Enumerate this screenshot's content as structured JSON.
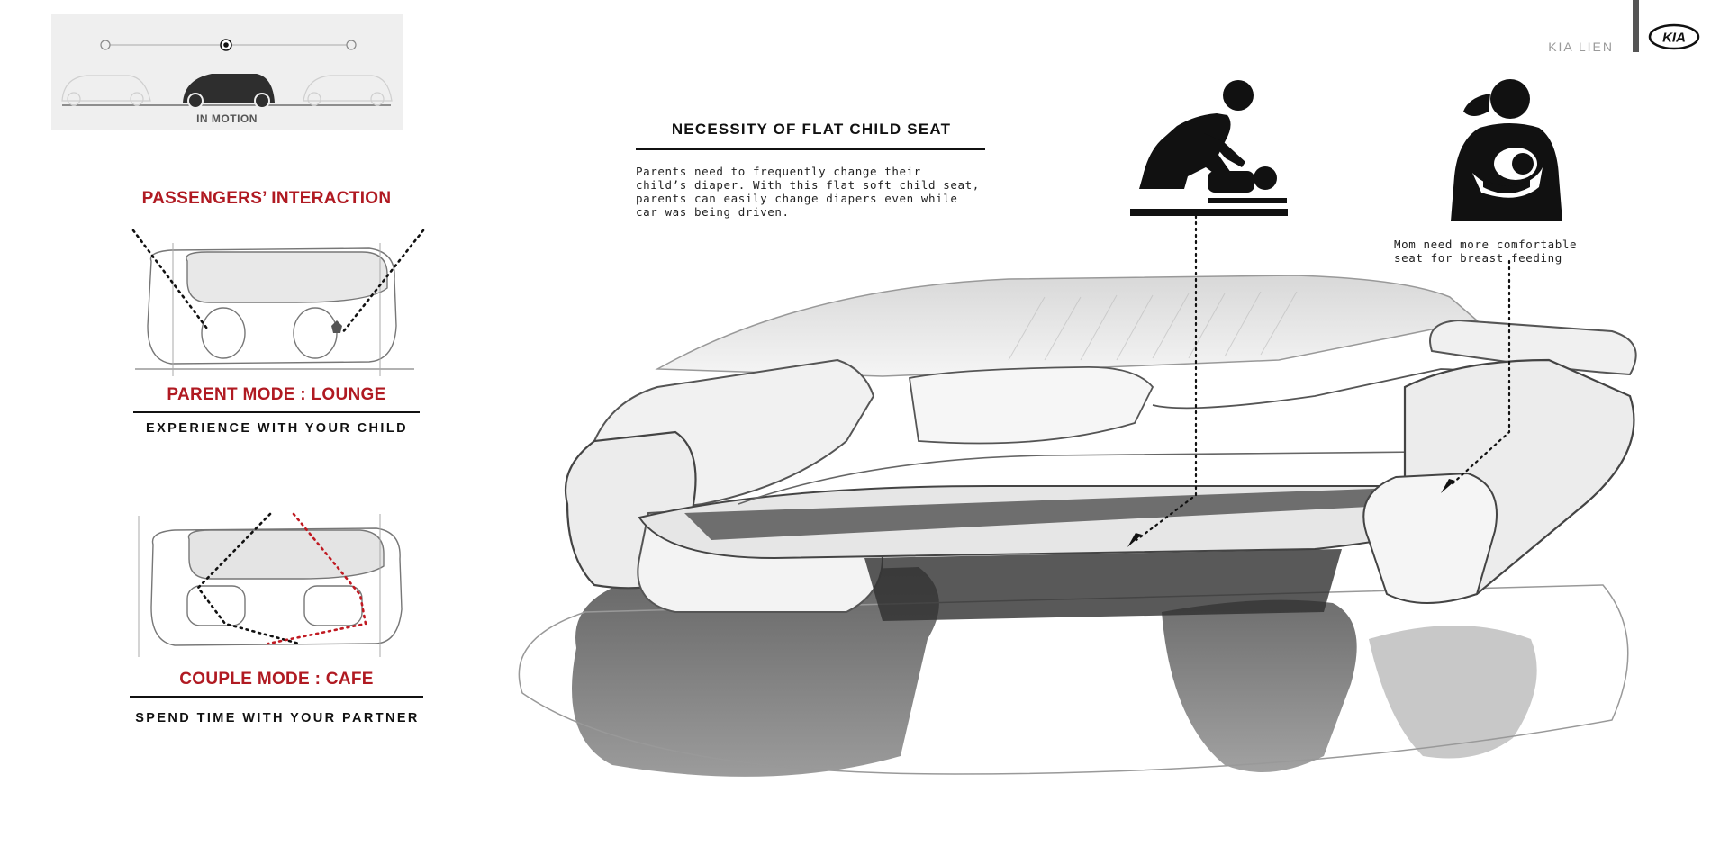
{
  "header": {
    "brand_text": "KIA LIEN",
    "logo_icon": "kia-logo-icon",
    "logo_text": "KIA"
  },
  "motion_timeline": {
    "label": "IN MOTION",
    "steps": 3,
    "active_step": 2
  },
  "left_panel": {
    "section_title": "PASSENGERS’ INTERACTION",
    "parent_mode": {
      "title": "PARENT MODE : LOUNGE",
      "subtitle": "EXPERIENCE WITH YOUR CHILD"
    },
    "couple_mode": {
      "title": "COUPLE MODE : CAFE",
      "subtitle": "SPEND TIME WITH YOUR PARTNER"
    }
  },
  "flat_seat": {
    "title": "NECESSITY OF FLAT CHILD SEAT",
    "body": " Parents need to frequently change their\nchild’s diaper. With this flat soft child seat,\nparents can easily change diapers even while\ncar was being driven."
  },
  "icons": {
    "diaper_icon": "diaper-change-icon",
    "mom_icon": "breastfeeding-mom-icon"
  },
  "mom_caption": "Mom need more comfortable\nseat for breast feeding",
  "colors": {
    "accent_red": "#b01a22",
    "text_dark": "#111111",
    "card_bg": "#efefef",
    "brand_gray": "#9a9a9a"
  }
}
